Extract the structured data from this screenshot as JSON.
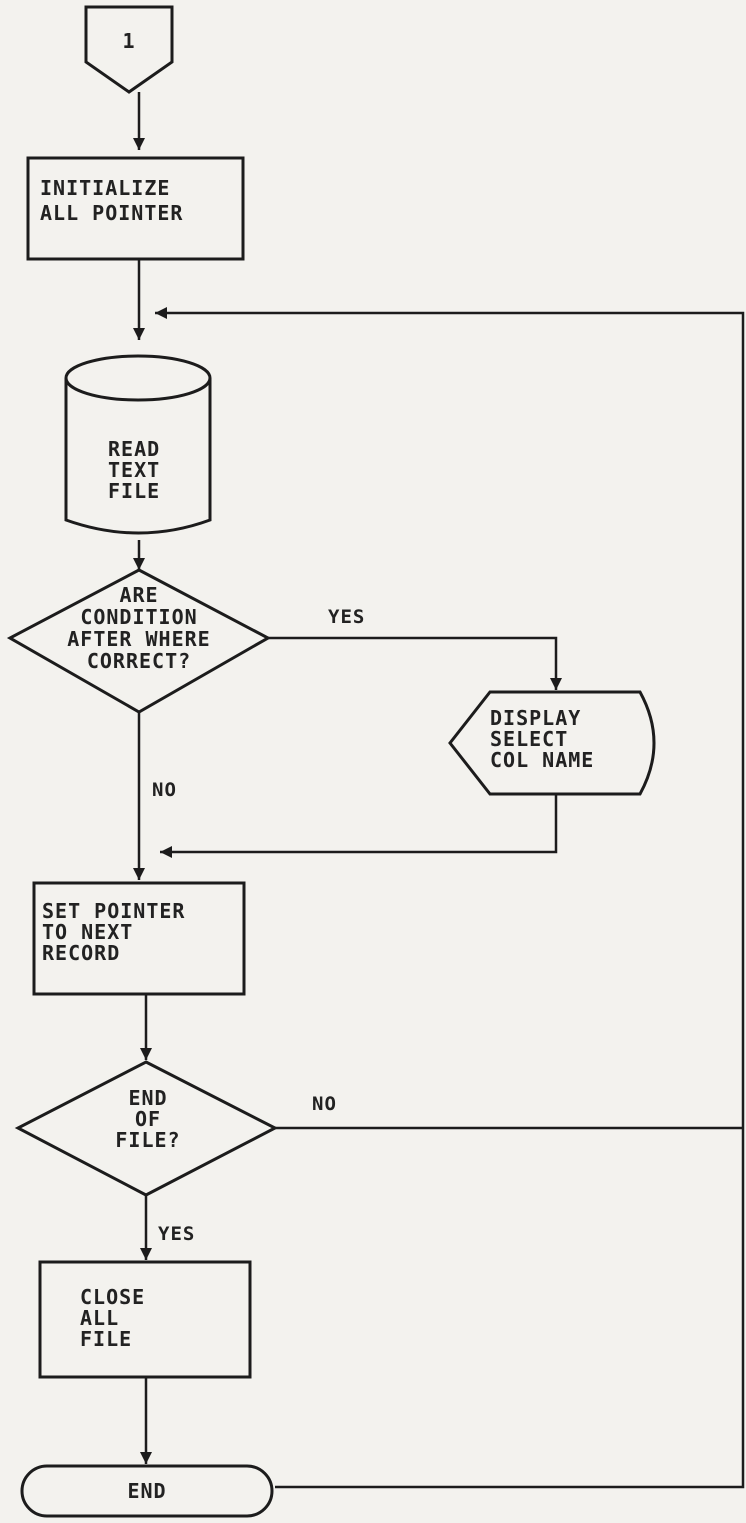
{
  "flowchart": {
    "connector": "1",
    "init_line1": "INITIALIZE",
    "init_line2": "ALL POINTER",
    "read_line1": "READ",
    "read_line2": "TEXT",
    "read_line3": "FILE",
    "cond_line1": "ARE",
    "cond_line2": "CONDITION",
    "cond_line3": "AFTER WHERE",
    "cond_line4": "CORRECT?",
    "display_line1": "DISPLAY",
    "display_line2": "SELECT",
    "display_line3": "COL NAME",
    "setptr_line1": "SET POINTER",
    "setptr_line2": "TO NEXT",
    "setptr_line3": "RECORD",
    "eof_line1": "END",
    "eof_line2": "OF",
    "eof_line3": "FILE?",
    "close_line1": "CLOSE",
    "close_line2": "ALL",
    "close_line3": "FILE",
    "end": "END",
    "label_yes_cond": "YES",
    "label_no_cond": "NO",
    "label_no_eof": "NO",
    "label_yes_eof": "YES"
  }
}
